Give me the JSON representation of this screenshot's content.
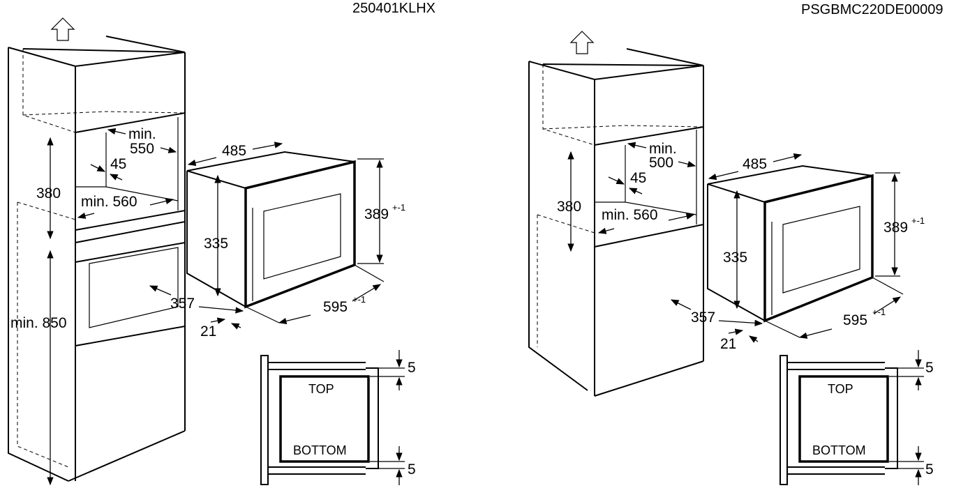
{
  "codes": {
    "left": "250401KLHX",
    "right": "PSGBMC220DE00009"
  },
  "left_diagram": {
    "dimensions": {
      "d380": "380",
      "d850": "min. 850",
      "d550_a": "min.",
      "d550_b": "550",
      "d45": "45",
      "d560": "min. 560",
      "d485": "485",
      "d335": "335",
      "d389": "389",
      "d389_tol": "+-1",
      "d357": "357",
      "d21": "21",
      "d595": "595",
      "d595_tol": "+-1"
    },
    "detail": {
      "top": "TOP",
      "bottom": "BOTTOM",
      "gap_top": "5",
      "gap_bottom": "5"
    }
  },
  "right_diagram": {
    "dimensions": {
      "d380": "380",
      "d500_a": "min.",
      "d500_b": "500",
      "d45": "45",
      "d560": "min. 560",
      "d485": "485",
      "d335": "335",
      "d389": "389",
      "d389_tol": "+-1",
      "d357": "357",
      "d21": "21",
      "d595": "595",
      "d595_tol": "+-1"
    },
    "detail": {
      "top": "TOP",
      "bottom": "BOTTOM",
      "gap_top": "5",
      "gap_bottom": "5"
    }
  },
  "icons": [
    "up-arrow-icon",
    "up-arrow-icon"
  ]
}
